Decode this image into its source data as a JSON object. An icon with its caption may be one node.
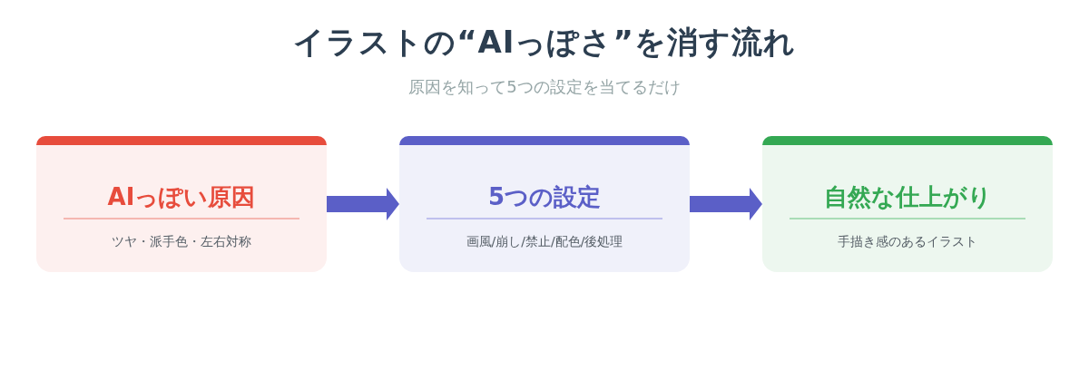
{
  "diagram": {
    "title": "イラストの“AIっぽさ”を消す流れ",
    "labels": [
      "原因を知って5つの設定を当てるだけ"
    ],
    "nodes": [
      {
        "text": [
          "AIっぽい原因",
          "ツヤ・派手色・左右対称"
        ]
      },
      {
        "text": [
          "5つの設定",
          "画風/崩し/禁止/配色/後処理"
        ]
      },
      {
        "text": [
          "自然な仕上がり",
          "手描き感のあるイラスト"
        ]
      }
    ],
    "edges": [
      {
        "from": 0,
        "to": 1,
        "arrow": "to",
        "style": "thick"
      },
      {
        "from": 1,
        "to": 2,
        "arrow": "to",
        "style": "thick"
      }
    ]
  }
}
